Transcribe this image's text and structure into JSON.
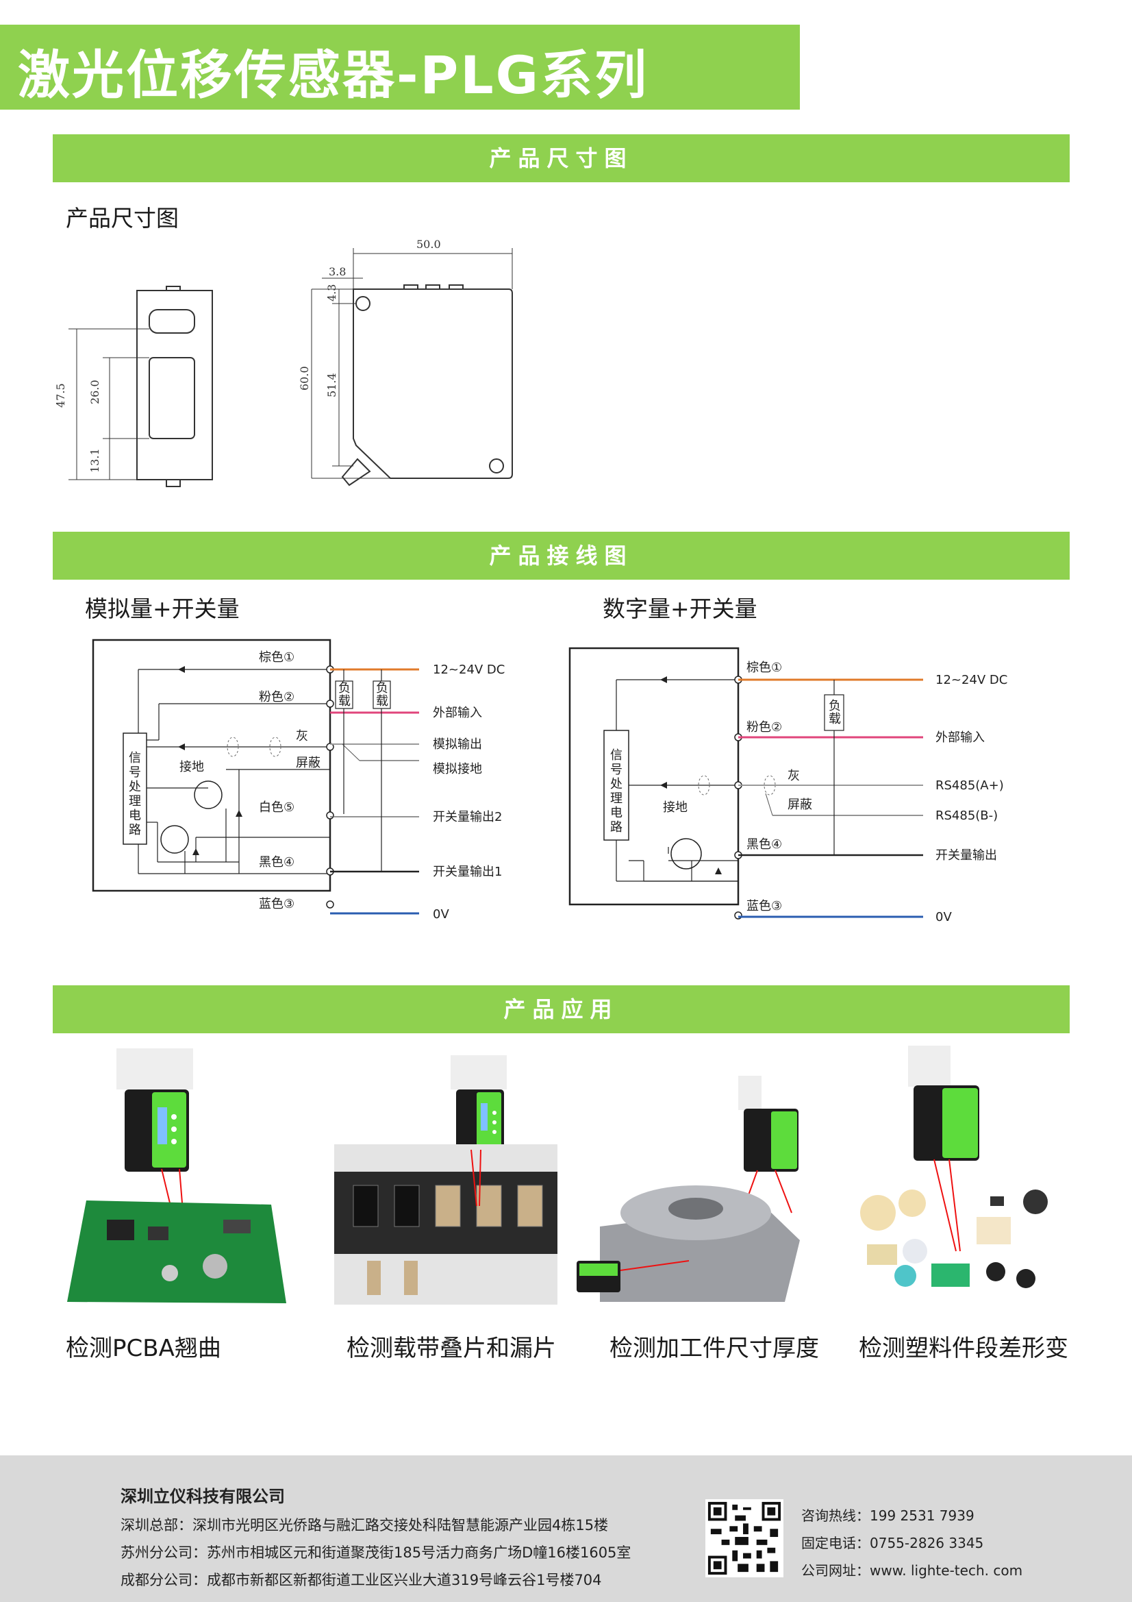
{
  "header": {
    "title": "激光位移传感器-PLG系列"
  },
  "sections": {
    "dimensions": "产品尺寸图",
    "wiring": "产品接线图",
    "application": "产品应用"
  },
  "dimension_figure": {
    "label": "产品尺寸图",
    "dims": {
      "width_total": "50.0",
      "offset_x": "3.8",
      "offset_y": "4.3",
      "height_total": "60.0",
      "inner_height": "51.4",
      "left_height": "47.5",
      "window_height": "26.0",
      "bottom_offset": "13.1"
    }
  },
  "wiring_analog": {
    "title": "模拟量+开关量",
    "circuit": "信号处理电路",
    "ground": "接地",
    "shield": "屏蔽",
    "gray": "灰",
    "load": "负载",
    "wires": [
      "棕色①",
      "粉色②",
      "白色⑤",
      "黑色④",
      "蓝色③"
    ],
    "outputs": [
      "12~24V DC",
      "外部输入",
      "模拟输出",
      "模拟接地",
      "开关量输出2",
      "开关量输出1",
      "0V"
    ]
  },
  "wiring_digital": {
    "title": "数字量+开关量",
    "circuit": "信号处理电路",
    "ground": "接地",
    "shield": "屏蔽",
    "gray": "灰",
    "load": "负载",
    "wires": [
      "棕色①",
      "粉色②",
      "黑色④",
      "蓝色③"
    ],
    "outputs": [
      "12~24V DC",
      "外部输入",
      "RS485(A+)",
      "RS485(B-)",
      "开关量输出",
      "0V"
    ]
  },
  "applications": [
    {
      "caption": "检测PCBA翘曲"
    },
    {
      "caption": "检测载带叠片和漏片"
    },
    {
      "caption": "检测加工件尺寸厚度"
    },
    {
      "caption": "检测塑料件段差形变"
    }
  ],
  "footer": {
    "company": "深圳立仪科技有限公司",
    "addresses": [
      "深圳总部：深圳市光明区光侨路与融汇路交接处科陆智慧能源产业园4栋15楼",
      "苏州分公司：苏州市相城区元和街道聚茂街185号活力商务广场D幢16楼1605室",
      "成都分公司：成都市新都区新都街道工业区兴业大道319号峰云谷1号楼704"
    ],
    "contacts": [
      "咨询热线：199 2531 7939",
      "固定电话：0755-2826 3345",
      "公司网址：www. lighte-tech. com"
    ]
  },
  "colors": {
    "accent": "#8fd14f",
    "brown_wire": "#e07a2a",
    "pink_wire": "#e0457b",
    "blue_wire": "#2a5db0",
    "gray_wire": "#9a9a9a",
    "footer_bg": "#d9d9d9"
  }
}
